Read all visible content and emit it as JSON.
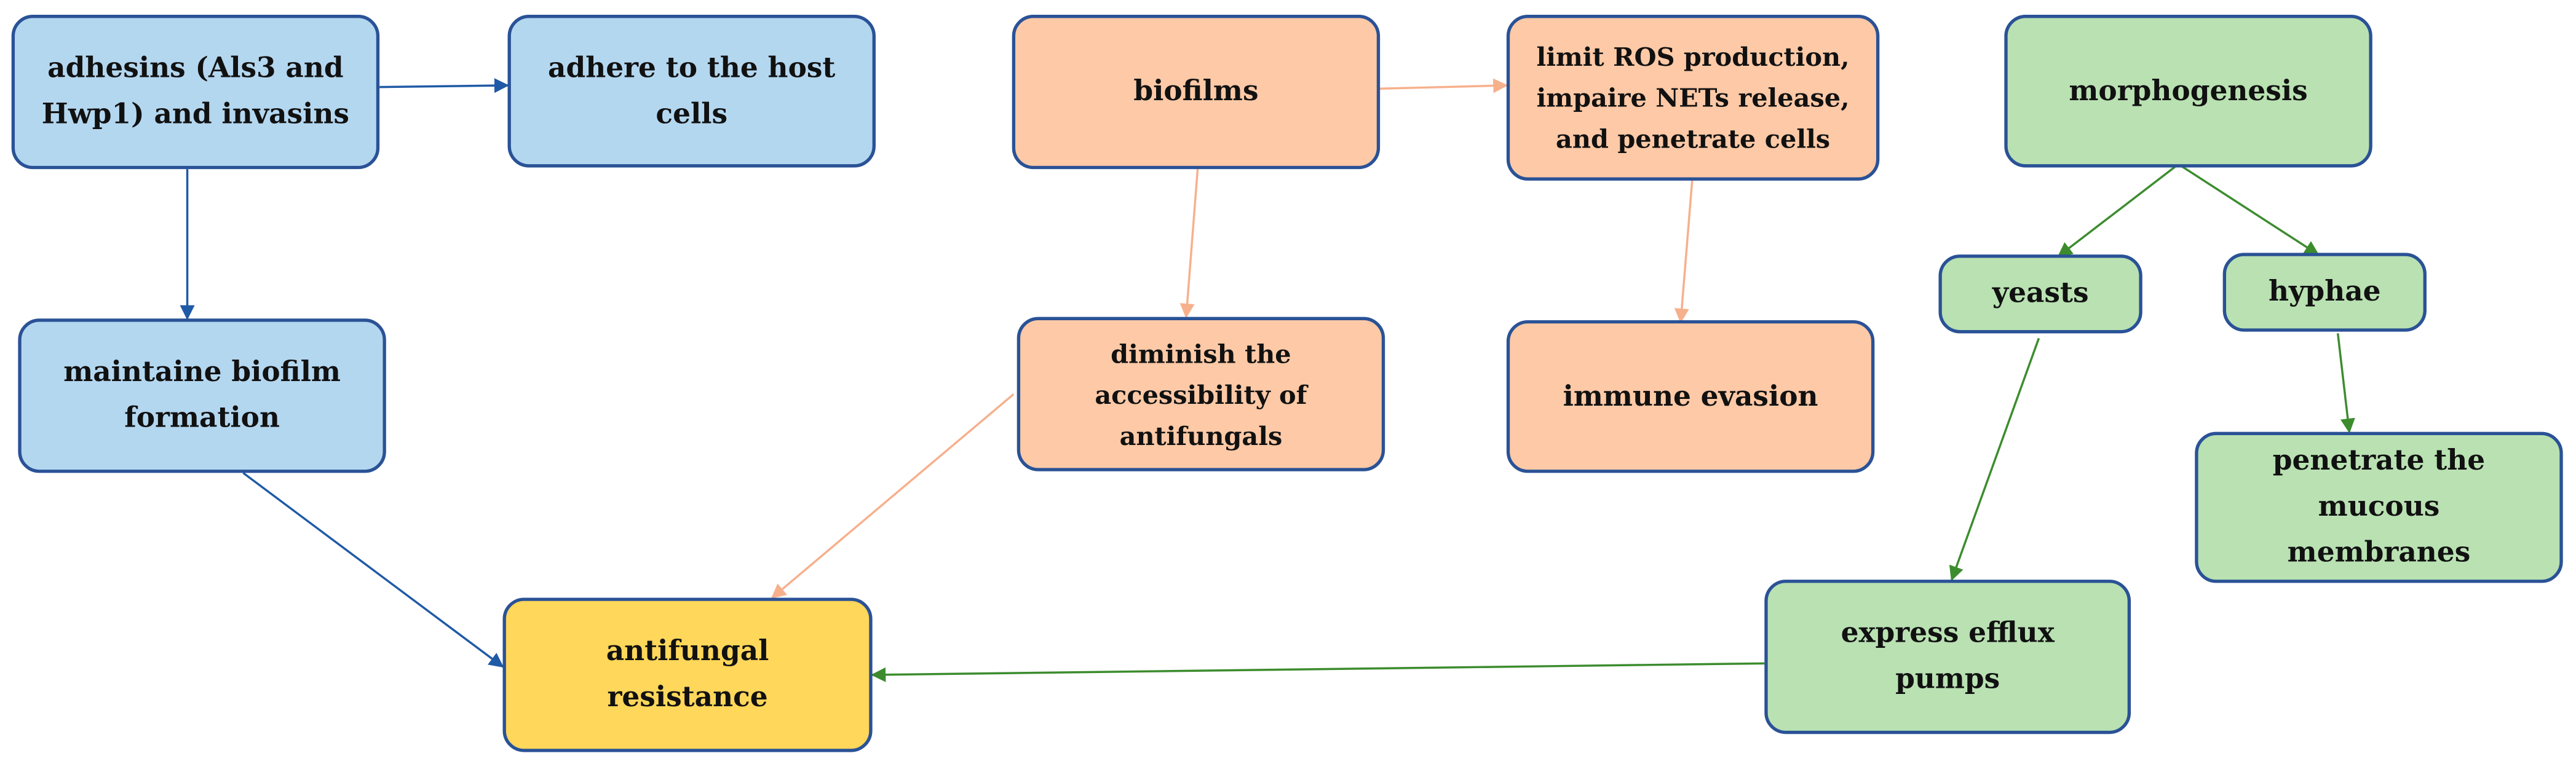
{
  "colors": {
    "box_border": "#2a5296",
    "blue_fill": "#b4d7f0",
    "orange_fill": "#fdc9a6",
    "green_fill": "#b9e1b2",
    "yellow_fill": "#ffd75a",
    "blue_arrow": "#1f5aa6",
    "orange_arrow": "#f7b08c",
    "green_arrow": "#3c8c2e"
  },
  "boxes": {
    "adhesins": "adhesins (Als3 and Hwp1) and invasins",
    "adhere_host": "adhere to the host cells",
    "maintain_biofilm": "maintaine biofilm formation",
    "antifungal_resistance": "antifungal resistance",
    "biofilms": "biofilms",
    "limit_ros": "limit ROS production, impaire NETs release, and penetrate cells",
    "diminish_access": "diminish the accessibility of antifungals",
    "immune_evasion": "immune evasion",
    "morphogenesis": "morphogenesis",
    "yeasts": "yeasts",
    "hyphae": "hyphae",
    "penetrate_mucous": "penetrate the mucous membranes",
    "efflux_pumps": "express efflux pumps"
  },
  "edges": [
    {
      "from": "adhesins",
      "to": "adhere_host",
      "color": "blue"
    },
    {
      "from": "adhesins",
      "to": "maintain_biofilm",
      "color": "blue"
    },
    {
      "from": "maintain_biofilm",
      "to": "antifungal_resistance",
      "color": "blue"
    },
    {
      "from": "biofilms",
      "to": "limit_ros",
      "color": "orange"
    },
    {
      "from": "biofilms",
      "to": "diminish_access",
      "color": "orange"
    },
    {
      "from": "limit_ros",
      "to": "immune_evasion",
      "color": "orange"
    },
    {
      "from": "diminish_access",
      "to": "antifungal_resistance",
      "color": "orange"
    },
    {
      "from": "morphogenesis",
      "to": "yeasts",
      "color": "green"
    },
    {
      "from": "morphogenesis",
      "to": "hyphae",
      "color": "green"
    },
    {
      "from": "hyphae",
      "to": "penetrate_mucous",
      "color": "green"
    },
    {
      "from": "yeasts",
      "to": "efflux_pumps",
      "color": "green"
    },
    {
      "from": "efflux_pumps",
      "to": "antifungal_resistance",
      "color": "green"
    }
  ]
}
